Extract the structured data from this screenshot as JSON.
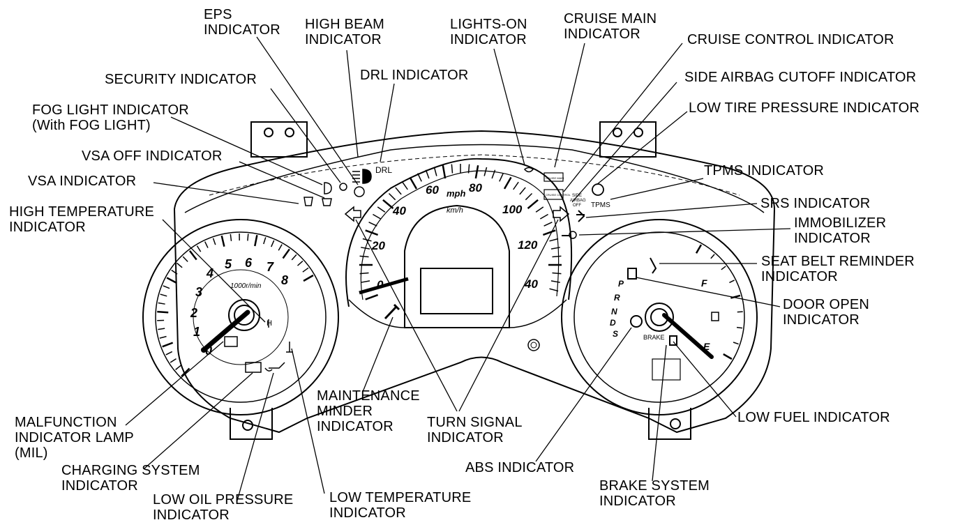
{
  "callouts": {
    "eps": {
      "line1": "EPS",
      "line2": "INDICATOR"
    },
    "high_beam": {
      "line1": "HIGH BEAM",
      "line2": "INDICATOR"
    },
    "lights_on": {
      "line1": "LIGHTS-ON",
      "line2": "INDICATOR"
    },
    "cruise_main": {
      "line1": "CRUISE MAIN",
      "line2": "INDICATOR"
    },
    "cruise_control": {
      "line1": "CRUISE CONTROL INDICATOR"
    },
    "security": {
      "line1": "SECURITY INDICATOR"
    },
    "drl": {
      "line1": "DRL INDICATOR"
    },
    "side_airbag": {
      "line1": "SIDE AIRBAG CUTOFF INDICATOR"
    },
    "fog_light": {
      "line1": "FOG LIGHT INDICATOR",
      "line2": "(With FOG LIGHT)"
    },
    "low_tire": {
      "line1": "LOW TIRE PRESSURE INDICATOR"
    },
    "vsa_off": {
      "line1": "VSA OFF INDICATOR"
    },
    "tpms": {
      "line1": "TPMS INDICATOR"
    },
    "vsa": {
      "line1": "VSA INDICATOR"
    },
    "srs": {
      "line1": "SRS INDICATOR"
    },
    "high_temp": {
      "line1": "HIGH TEMPERATURE",
      "line2": "INDICATOR"
    },
    "immobilizer": {
      "line1": "IMMOBILIZER",
      "line2": "INDICATOR"
    },
    "seat_belt": {
      "line1": "SEAT BELT REMINDER",
      "line2": "INDICATOR"
    },
    "door_open": {
      "line1": "DOOR OPEN",
      "line2": "INDICATOR"
    },
    "maintenance": {
      "line1": "MAINTENANCE",
      "line2": "MINDER",
      "line3": "INDICATOR"
    },
    "turn_signal": {
      "line1": "TURN SIGNAL",
      "line2": "INDICATOR"
    },
    "low_fuel": {
      "line1": "LOW FUEL INDICATOR"
    },
    "mil": {
      "line1": "MALFUNCTION",
      "line2": "INDICATOR LAMP",
      "line3": "(MIL)"
    },
    "charging": {
      "line1": "CHARGING SYSTEM",
      "line2": "INDICATOR"
    },
    "abs": {
      "line1": "ABS INDICATOR"
    },
    "low_oil": {
      "line1": "LOW OIL PRESSURE",
      "line2": "INDICATOR"
    },
    "low_temp": {
      "line1": "LOW TEMPERATURE",
      "line2": "INDICATOR"
    },
    "brake": {
      "line1": "BRAKE SYSTEM",
      "line2": "INDICATOR"
    }
  },
  "panel": {
    "tach_numbers": [
      "0",
      "1",
      "2",
      "3",
      "4",
      "5",
      "6",
      "7",
      "8"
    ],
    "tach_unit": "1000r/min",
    "speed_mph": [
      "20",
      "40",
      "60",
      "80",
      "100",
      "120",
      "0"
    ],
    "speed_kmh_labels": [
      "40"
    ],
    "mph_label": "mph",
    "kmh_label": "km/h",
    "drl_label": "DRL",
    "tpms_label": "TPMS",
    "side_airbag_small": [
      "SIDE",
      "AIRBAG",
      "OFF"
    ],
    "cruise_main_small": "CRUISE MAIN",
    "cruise_control_small": "CRUISE CONTROL",
    "gear_letters": [
      "P",
      "R",
      "N",
      "D",
      "S"
    ],
    "brake_label": "BRAKE",
    "fuel_f": "F",
    "fuel_e": "E",
    "temp_h": "H"
  }
}
